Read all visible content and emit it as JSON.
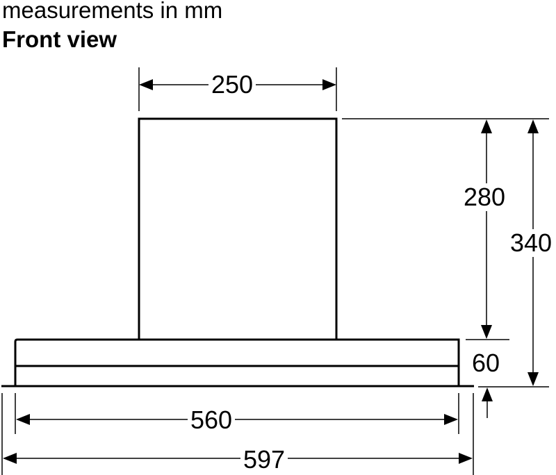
{
  "header": {
    "units_note": "measurements in mm",
    "view_title": "Front view"
  },
  "dimensions": {
    "chimney_width": "250",
    "chimney_height": "280",
    "total_height": "340",
    "canopy_height": "60",
    "inner_width": "560",
    "overall_width": "597"
  },
  "colors": {
    "line": "#000000",
    "background": "#ffffff"
  }
}
